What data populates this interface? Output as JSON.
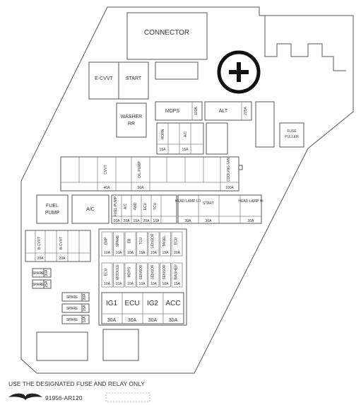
{
  "diagram": {
    "connector": "CONNECTOR",
    "e_cvvt": "E-CVVT",
    "start_top": "START",
    "washer_rr": [
      "WASHER",
      "RR"
    ],
    "mdps": "MDPS",
    "mdps_amp": "100A",
    "alt": "ALT",
    "alt_amp": "225A",
    "fuse_puller": [
      "FUSE",
      "PULLER"
    ],
    "horn": "HORN",
    "horn_amp": "15A",
    "ac_small": "A/C",
    "ac_small_amp": "15A",
    "cvvt": "CVVT",
    "cvvt_amp": "40A",
    "oil_pump": "OIL PUMP",
    "oil_pump_amp": "50A",
    "cooling_fan": "COOLING FAN",
    "cooling_fan_amp": "100A",
    "fuel_pump": [
      "FUEL",
      "PUMP"
    ],
    "ac": "A/C",
    "mid_fuses": [
      {
        "label": "FUEL PUMP",
        "amp": "20A"
      },
      {
        "label": "A/C",
        "amp": "20A"
      },
      {
        "label": "4WD",
        "amp": "15A"
      },
      {
        "label": "ECU",
        "amp": "20A"
      },
      {
        "label": "TCU",
        "amp": "10A"
      }
    ],
    "head_lamp_lo": "HEAD LAMP LO",
    "head_lamp_lo_amp": "30A",
    "start_mid": "START",
    "start_mid_amp": "30A",
    "head_lamp_hi": "HEAD LAMP HI",
    "head_lamp_hi_amp": "30A",
    "left_fuses": [
      {
        "label": "B-CVVT",
        "amp": "20A"
      },
      {
        "label": "B-CVVT",
        "amp": "20A"
      }
    ],
    "spare": "SPARE",
    "spare_col1": [
      "30A",
      "25A"
    ],
    "spare_col2": [
      "20A",
      "15A",
      "10A"
    ],
    "mini_row1": [
      {
        "label": "EMP",
        "amp": "10A"
      },
      {
        "label": "SPARE",
        "amp": "10A"
      },
      {
        "label": "EB",
        "amp": "10A"
      },
      {
        "label": "TCU",
        "amp": "15A"
      },
      {
        "label": "SENSOR",
        "amp": "10A"
      },
      {
        "label": "TAGEL",
        "amp": "15A"
      },
      {
        "label": "ECU",
        "amp": "20A"
      }
    ],
    "mini_row2": [
      {
        "label": "ECU",
        "amp": "10A"
      },
      {
        "label": "MODULE",
        "amp": "10A"
      },
      {
        "label": "MDPS",
        "amp": "10A"
      },
      {
        "label": "SENSOR",
        "amp": "10A"
      },
      {
        "label": "SENSOR",
        "amp": "10A"
      },
      {
        "label": "SENSOR",
        "amp": "10A"
      },
      {
        "label": "WASHER",
        "amp": "15A"
      }
    ],
    "ig1": "IG1",
    "ig1_amp": "30A",
    "ecu_big": "ECU",
    "ecu_big_amp": "30A",
    "ig2": "IG2",
    "ig2_amp": "30A",
    "acc": "ACC",
    "acc_amp": "30A",
    "note": "USE THE DESIGNATED FUSE AND RELAY ONLY",
    "part_no": "91956-AR120",
    "plus_icon": "plus-circle-icon",
    "logo_icon": "wing-logo-icon"
  }
}
